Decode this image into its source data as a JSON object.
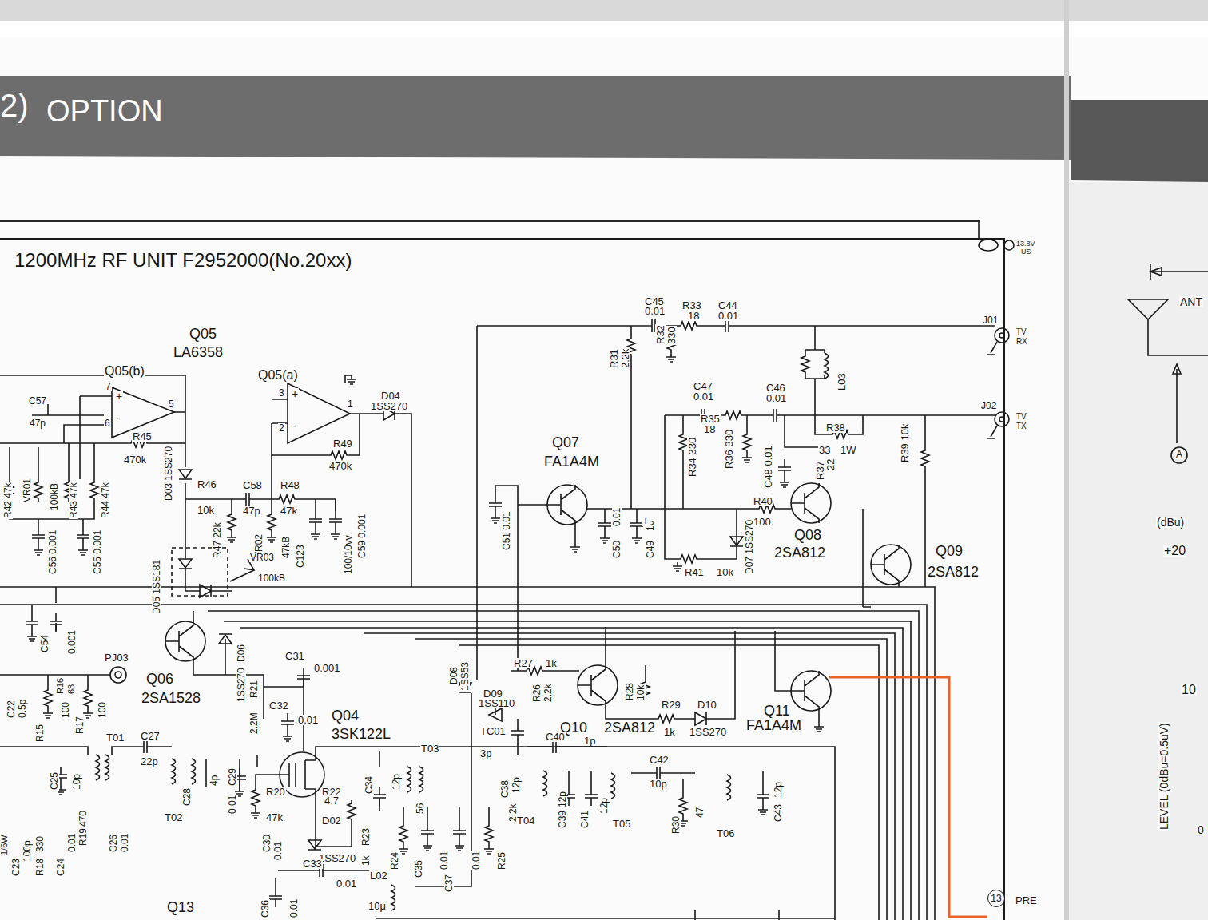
{
  "diagram": {
    "title": "OPTION",
    "nodes": [
      {
        "text": [
          "1200MHz RF UNIT F2952000(No.20xx)"
        ]
      },
      {
        "text": [
          "13"
        ],
        "in": 0
      }
    ],
    "labels": [
      "2)",
      "13.8V",
      "US",
      "C45",
      "0.01",
      "R33",
      "18",
      "C44",
      "0.01",
      "J01",
      "TV",
      "RX",
      "J02",
      "TV",
      "TX",
      "R31",
      "2.2k",
      "R32",
      "330",
      "L03",
      "C47",
      "0.01",
      "C46",
      "0.01",
      "R35",
      "18",
      "R38",
      "33",
      "1W",
      "R34 330",
      "R36 330",
      "C48 0.01",
      "R37",
      "22",
      "R39 10k",
      "Q05",
      "LA6358",
      "Q05(b)",
      "Q05(a)",
      "7",
      "6",
      "5",
      "3",
      "2",
      "1",
      "+",
      "-",
      "+",
      "-",
      "C57",
      "47p",
      "R45",
      "470k",
      "D04",
      "1SS270",
      "R49",
      "470k",
      "R42 47k",
      "VR01",
      "100kB",
      "R43 47k",
      "R44 47k",
      "D03 1SS270",
      "R46",
      "10k",
      "C58",
      "47p",
      "R48",
      "47k",
      "R47 22k",
      "VR02",
      "47kB",
      "C123",
      "100/10vv",
      "C59 0.001",
      "C56 0.001",
      "C55 0.001",
      "Q07",
      "FA1A4M",
      "C51 0.01",
      "C50",
      "0.01",
      "C49",
      "10",
      "+",
      "R40",
      "100",
      "D07 1SS270",
      "R41",
      "10k",
      "Q08",
      "2SA812",
      "Q09",
      "2SA812",
      "VR03",
      "100kB",
      "D05 1SS181",
      "C54",
      "0.001",
      "R16",
      "68",
      "PJ03",
      "C22",
      "0.5p",
      "R15",
      "100",
      "R17",
      "100",
      "Q06",
      "2SA1528",
      "D06",
      "1SS270",
      "C31",
      "0.001",
      "R21",
      "2.2M",
      "C32",
      "0.01",
      "Q04",
      "3SK122L",
      "T01",
      "C27",
      "22p",
      "C25",
      "10p",
      "4p",
      "C28",
      "C29",
      "0.01",
      "T02",
      "R20",
      "47k",
      "R22",
      "4.7",
      "D02",
      "1SS270",
      "C33",
      "0.01",
      "R23",
      "1k",
      "C34",
      "12p",
      "T03",
      "R24",
      "56",
      "C35",
      "0.01",
      "C37",
      "0.01",
      "R25",
      "2.2k",
      "C30",
      "0.01",
      "C26",
      "0.01",
      "C24",
      "0.01",
      "R19",
      "470",
      "R18",
      "330",
      "C23",
      "100p",
      "1/6W",
      "C36",
      "0.01",
      "L02",
      "10μ",
      "Q13",
      "D08",
      "1SS53",
      "D09",
      "1SS110",
      "R26",
      "2.2k",
      "R27",
      "1k",
      "TC01",
      "3p",
      "C38",
      "12p",
      "Q10",
      "2SA812",
      "R28",
      "10k",
      "R29",
      "1k",
      "D10",
      "1SS270",
      "Q11",
      "FA1A4M",
      "C40",
      "1p",
      "C39",
      "12p",
      "C41",
      "12p",
      "T04",
      "T05",
      "C42",
      "10p",
      "R30",
      "47",
      "T06",
      "C43",
      "12p",
      "PRE",
      "ANT",
      "A",
      "(dBu)",
      "+20",
      "10",
      "LEVEL (0dBu=0.5uV)",
      "0"
    ]
  }
}
